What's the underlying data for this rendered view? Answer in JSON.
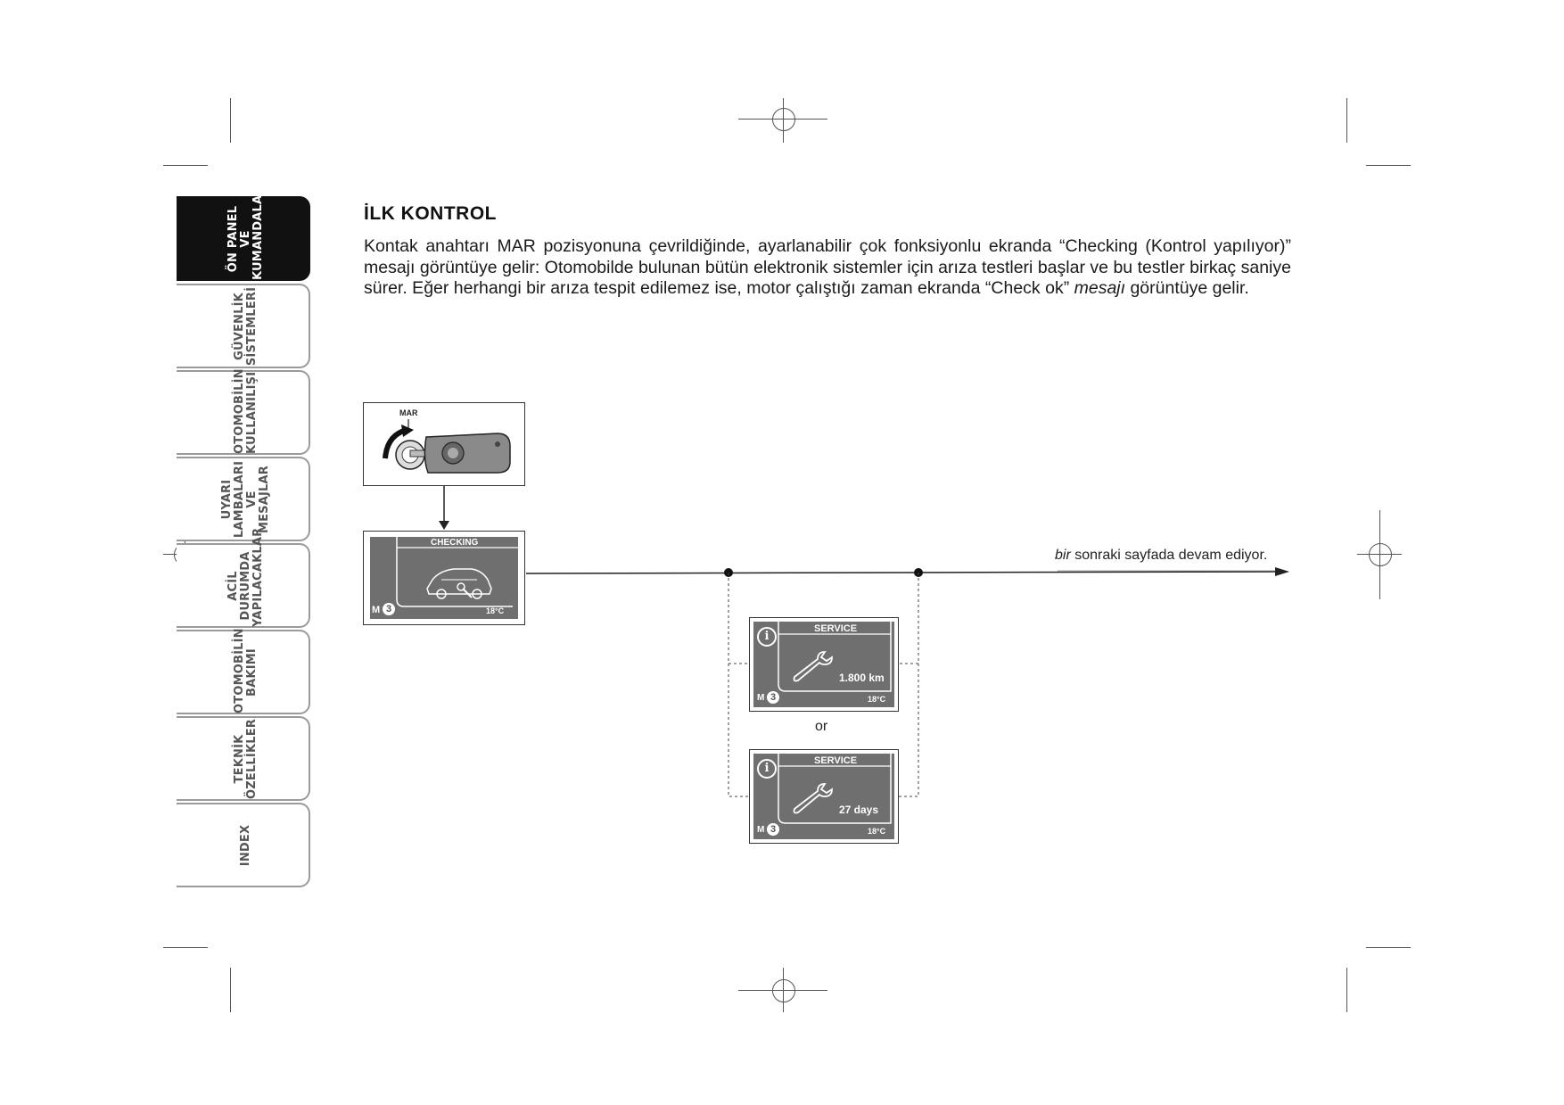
{
  "sidebar": {
    "tabs": [
      {
        "label": "ÖN PANEL VE\nKUMANDALAR",
        "active": true
      },
      {
        "label": "GÜVENLİK\nSİSTEMLERİ",
        "active": false
      },
      {
        "label": "OTOMOBİLİN\nKULLANILIŞI",
        "active": false
      },
      {
        "label": "UYARI\nLAMBALARI VE\nMESAJLAR",
        "active": false
      },
      {
        "label": "ACİL DURUMDA\nYAPILACAKLAR",
        "active": false
      },
      {
        "label": "OTOMOBİLİN\nBAKIMI",
        "active": false
      },
      {
        "label": "TEKNİK\nÖZELLİKLER",
        "active": false
      },
      {
        "label": "INDEX",
        "active": false
      }
    ]
  },
  "main": {
    "title": "İLK KONTROL",
    "paragraph_part1": "Kontak anahtarı MAR pozisyonuna çevrildiğinde, ayarlanabilir çok fonksiyonlu ekranda “Checking (Kontrol yapılıyor)” mesajı görüntüye gelir: Otomobilde bulunan bütün elektronik sistemler için arıza testleri başlar ve bu testler birkaç saniye sürer. Eğer herhangi bir arıza tespit edilemez ise, motor çalıştığı zaman ekranda “Check ok” ",
    "paragraph_italic": "mesajı",
    "paragraph_part2": " görüntüye gelir."
  },
  "diagram": {
    "key_label": "MAR",
    "checking_screen": {
      "header": "CHECKING",
      "mode": "M",
      "gear": "3",
      "temp": "18°C"
    },
    "service_screen_km": {
      "header": "SERVICE",
      "value": "1.800 km",
      "mode": "M",
      "gear": "3",
      "temp": "18°C"
    },
    "service_screen_days": {
      "header": "SERVICE",
      "value": "27 days",
      "mode": "M",
      "gear": "3",
      "temp": "18°C"
    },
    "or_label": "or",
    "continue_prefix_italic": "bir",
    "continue_text": " sonraki sayfada devam ediyor."
  }
}
